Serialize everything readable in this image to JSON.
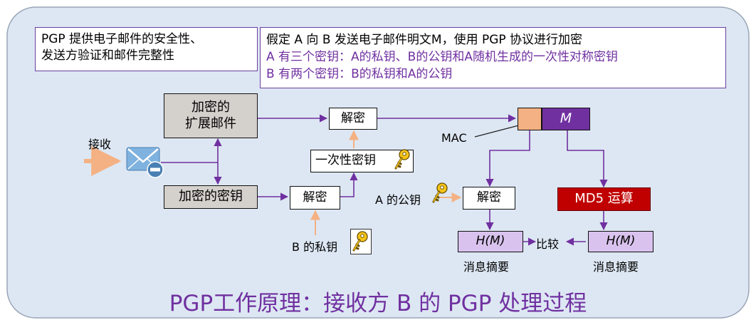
{
  "intro_box": {
    "line1": "PGP 提供电子邮件的安全性、",
    "line2": "发送方验证和邮件完整性"
  },
  "assumption_box": {
    "line1": "假定 A 向 B 发送电子邮件明文M，使用 PGP 协议进行加密",
    "line2": "A 有三个密钥：A的私钥、B的公钥和A随机生成的一次性对称密钥",
    "line3": "B 有两个密钥：B的私钥和A的公钥"
  },
  "nodes": {
    "encrypted_mail_line1": "加密的",
    "encrypted_mail_line2": "扩展邮件",
    "encrypted_key": "加密的密钥",
    "decrypt_top": "解密",
    "decrypt_key": "解密",
    "decrypt_mac": "解密",
    "session_key": "一次性密钥",
    "message": "M",
    "md5": "MD5 运算",
    "hash_left": "H(M)",
    "hash_right": "H(M)"
  },
  "labels": {
    "receive": "接收",
    "mac": "MAC",
    "a_public_key": "A 的公钥",
    "b_private_key": "B 的私钥",
    "compare": "比较",
    "digest_left": "消息摘要",
    "digest_right": "消息摘要"
  },
  "footer_title": "PGP工作原理：接收方 B 的 PGP 处理过程",
  "colors": {
    "panel_fill": "#dde7f3",
    "panel_border": "#9aa6b6",
    "arrow": "#7030a0",
    "arrow_orange": "#f4b183",
    "mac_fill": "#f4b183",
    "message_fill": "#7030a0",
    "md5_fill": "#c00000",
    "key_fill": "#f5c518"
  }
}
